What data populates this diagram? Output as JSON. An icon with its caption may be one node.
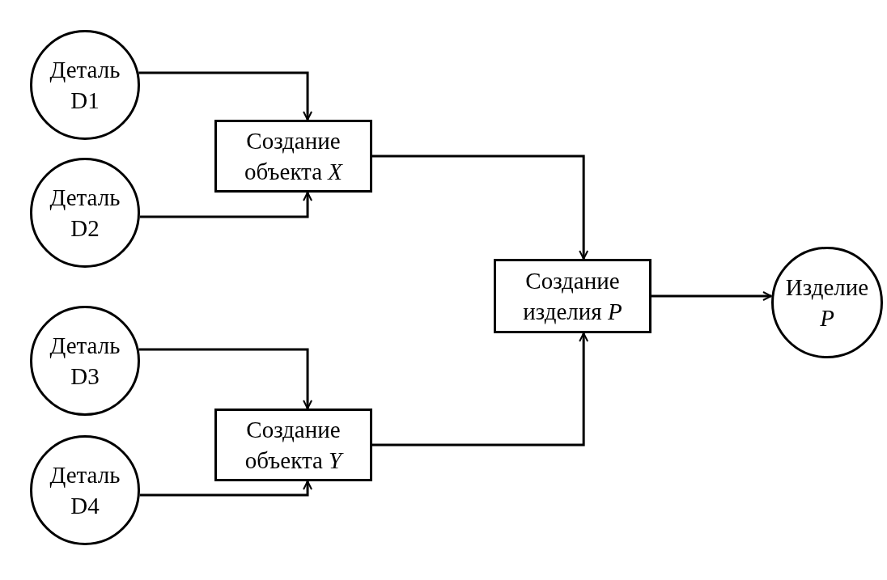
{
  "diagram": {
    "nodes": [
      {
        "text": [
          "Деталь D1"
        ]
      },
      {
        "text": [
          "Создание объекта *X*"
        ]
      },
      {
        "text": [
          "Деталь D2"
        ]
      },
      {
        "text": [
          "Создание изделия *P*"
        ]
      },
      {
        "text": [
          "Изделие *P*"
        ]
      },
      {
        "text": [
          "Деталь D3"
        ]
      },
      {
        "text": [
          "Создание объекта *Y*"
        ]
      },
      {
        "text": [
          "Деталь D4"
        ]
      }
    ],
    "edges": [
      {
        "from": 0,
        "to": 1,
        "arrow": "to"
      },
      {
        "from": 2,
        "to": 1,
        "arrow": "to"
      },
      {
        "from": 1,
        "to": 3,
        "arrow": "to"
      },
      {
        "from": 6,
        "to": 3,
        "arrow": "to"
      },
      {
        "from": 3,
        "to": 4,
        "arrow": "to"
      },
      {
        "from": 5,
        "to": 6,
        "arrow": "to"
      },
      {
        "from": 7,
        "to": 6,
        "arrow": "to"
      }
    ]
  }
}
